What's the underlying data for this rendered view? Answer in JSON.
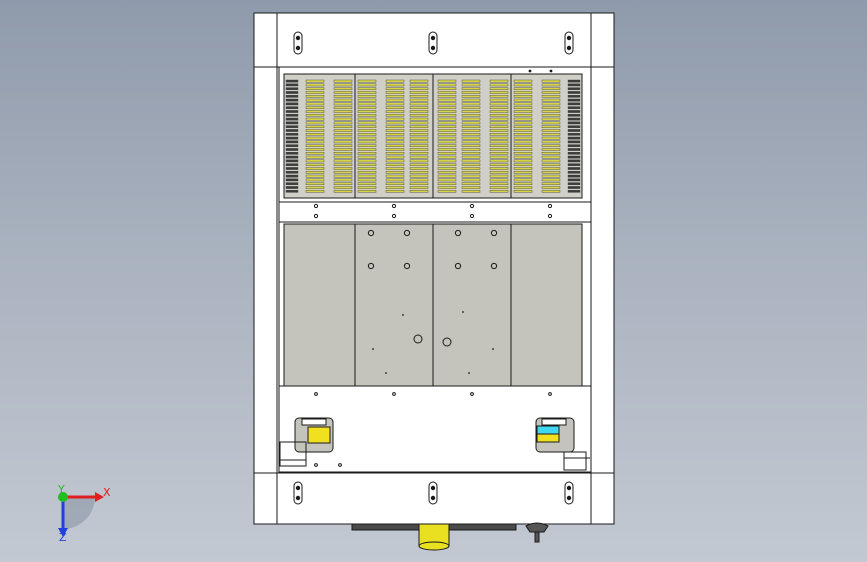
{
  "viewport": {
    "background_top": "#8f9aab",
    "background_bottom": "#c3c9d2"
  },
  "colors": {
    "frame": "#ffffff",
    "outline": "#1a1a1a",
    "panel": "#c4c4bc",
    "vent_slot": "#d8d44a",
    "vent_dark": "#3d3d3d",
    "connector_yellow": "#f0e020",
    "connector_cyan": "#40d8f0",
    "cylinder": "#e8e020",
    "axis_x": "#e02020",
    "axis_y": "#20c020",
    "axis_z": "#2040e0"
  },
  "triad": {
    "x_label": "X",
    "y_label": "Y",
    "z_label": "Z"
  }
}
